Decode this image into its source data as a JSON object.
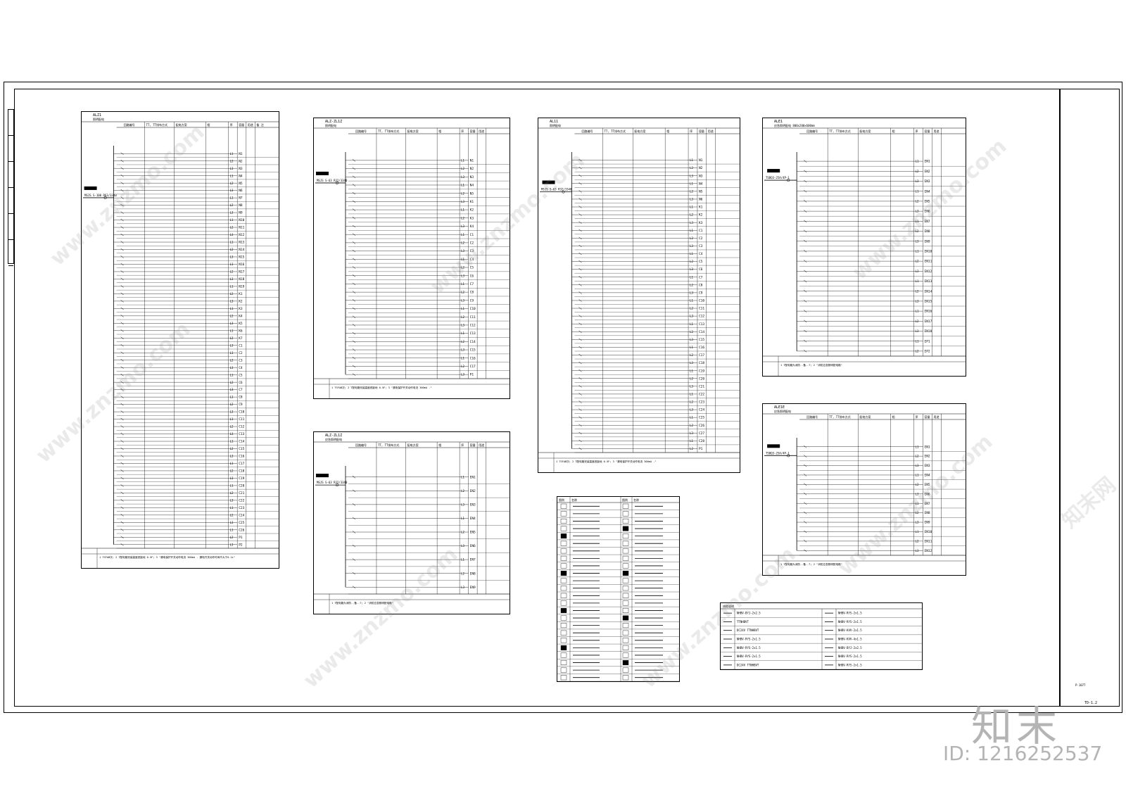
{
  "drawing": {
    "number": "TD-1.2",
    "date": "P-1077"
  },
  "watermark": {
    "site": "www.znzmo.com",
    "brand": "知末网",
    "logo": "知末",
    "id": "ID: 1216252537"
  },
  "panels": [
    {
      "id": "ALZ1",
      "title": "ALZ1",
      "subtitle": "照明配电",
      "header": [
        "回路编号",
        "TT, TT排布方式",
        "配电方案",
        "相",
        "序",
        "容量",
        "用途",
        "备 注"
      ],
      "main_breaker": "MSJS S-100 R63/3340",
      "rows": [
        "N1",
        "N2",
        "N3",
        "N4",
        "N5",
        "N6",
        "N7",
        "N8",
        "N9",
        "N10",
        "N11",
        "N12",
        "N13",
        "N14",
        "N15",
        "N16",
        "N17",
        "N18",
        "N19",
        "K1",
        "K2",
        "K3",
        "K4",
        "K5",
        "K6",
        "K7",
        "C1",
        "C2",
        "C3",
        "C4",
        "C5",
        "C6",
        "C7",
        "C8",
        "C9",
        "C10",
        "C11",
        "C12",
        "C13",
        "C14",
        "C15",
        "C16",
        "C17",
        "C18",
        "C19",
        "C20",
        "C21",
        "C22",
        "C23",
        "C24",
        "C25",
        "C26",
        "P1",
        "P2"
      ],
      "note": "1 TSFAB次; 2 T配电箱安装高度底距地 0.5F; 3 \"漏电保护开关动作电流 300mA . 漏电开关动作时间不大于0.1s\""
    },
    {
      "id": "ALZ2",
      "title": "ALZ-ZL1Z",
      "subtitle": "照明配电",
      "header": [
        "回路编号",
        "TT, TT排布方式",
        "配电方案",
        "相",
        "序",
        "容量",
        "用途"
      ],
      "main_breaker": "MSJS S-63 R32/3340",
      "rows": [
        "N1",
        "N2",
        "N3",
        "N4",
        "N5",
        "K1",
        "K2",
        "K3",
        "K4",
        "C1",
        "C2",
        "C3",
        "C4",
        "C5",
        "C6",
        "C7",
        "C8",
        "C9",
        "C10",
        "C11",
        "C12",
        "C13",
        "C14",
        "C15",
        "C16",
        "C17",
        "P1"
      ],
      "note": "1 TSFAB次; 2 T配电箱安装高度底距地 0.5F; 3 \"漏电保护开关动作电流 300mA .\""
    },
    {
      "id": "ALZ3",
      "title": "ALZ-ZL1Z",
      "subtitle": "应急照明配电",
      "header": [
        "回路编号",
        "TT, TT排布方式",
        "配电方案",
        "相",
        "序",
        "容量",
        "用途"
      ],
      "main_breaker": "MSJS S-63 R32/3340",
      "rows": [
        "EN1",
        "EN2",
        "EN3",
        "EN4",
        "EN5",
        "EN6",
        "EN7",
        "EN8",
        "EN9"
      ],
      "note": "1 T配电箱为消防--备--T; 2 \"消防应急照明配电箱\""
    },
    {
      "id": "AL11",
      "title": "AL11",
      "subtitle": "照明配电",
      "header": [
        "回路编号",
        "TT, TT排布方式",
        "配电方案",
        "相",
        "序",
        "容量",
        "用途"
      ],
      "main_breaker": "MSJS S-63 R32/3340",
      "rows": [
        "N1",
        "N2",
        "N3",
        "N4",
        "N5",
        "N6",
        "K1",
        "K2",
        "K3",
        "C1",
        "C2",
        "C3",
        "C4",
        "C5",
        "C6",
        "C7",
        "C8",
        "C9",
        "C10",
        "C11",
        "C12",
        "C13",
        "C14",
        "C15",
        "C16",
        "C17",
        "C18",
        "C19",
        "C20",
        "C21",
        "C22",
        "C23",
        "C24",
        "C25",
        "C26",
        "C27",
        "C28",
        "P1"
      ],
      "note": "1 TSFAB次; 2 T配电箱安装高度底距地 0.5F; 3 \"漏电保护开关动作电流 300mA .\""
    },
    {
      "id": "ALE1",
      "title": "ALE1",
      "subtitle": "应急照明配电 800x200x600mm",
      "header": [
        "回路编号",
        "TT, TT排布方式",
        "配电方案",
        "相",
        "序",
        "容量",
        "用途"
      ],
      "main_breaker": "TSBQ3-25A/4P-1",
      "rows": [
        "EN1",
        "EN2",
        "EN3",
        "EN4",
        "EN5",
        "EN6",
        "EN7",
        "EN8",
        "EN9",
        "EN10",
        "EN11",
        "EN12",
        "EN13",
        "EN14",
        "EN15",
        "EN16",
        "EN17",
        "EN18",
        "EP1",
        "EP2"
      ],
      "note": "1 T配电箱为消防--备--T; 2 \"消防应急照明配电箱\""
    },
    {
      "id": "ALE2",
      "title": "ALE1E",
      "subtitle": "应急照明配电",
      "header": [
        "回路编号",
        "TT, TT排布方式",
        "配电方案",
        "相",
        "序",
        "容量",
        "用途"
      ],
      "main_breaker": "TSBQ3-25A/4P-1",
      "rows": [
        "EN1",
        "EN2",
        "EN3",
        "EN4",
        "EN5",
        "EN6",
        "EN7",
        "EN8",
        "EN9",
        "EN10",
        "EN11",
        "EN12"
      ],
      "note": "1 T配电箱为消防--备--T; 2 \"消防应急照明配电箱\""
    }
  ],
  "legend": {
    "title": "图例",
    "columns": [
      "图例",
      "名称",
      "图例",
      "名称"
    ],
    "rows": 24
  },
  "cable_table": {
    "title": "线缆说明",
    "rows": [
      [
        "NHBV-BYJ-2x2.5",
        "NHBV-RYS-2x1.5"
      ],
      [
        "TTNHBVT",
        "NHBV-RYS-2x1.5"
      ],
      [
        "DC24V TTNHBVT",
        "NHBV-KVV-2x1.5"
      ],
      [
        "NHBV-RYS-2x1.5",
        "NHBV-KVV-4x1.5"
      ],
      [
        "NHBV-RYS-2x1.5",
        "NHBV-BYJ-2x2.5"
      ],
      [
        "NHBV-RYS-2x1.5",
        "NHBV-RYS-2x1.5"
      ],
      [
        "DC24V TTNHBVT",
        "NHBV-RYS-2x1.5"
      ]
    ]
  }
}
